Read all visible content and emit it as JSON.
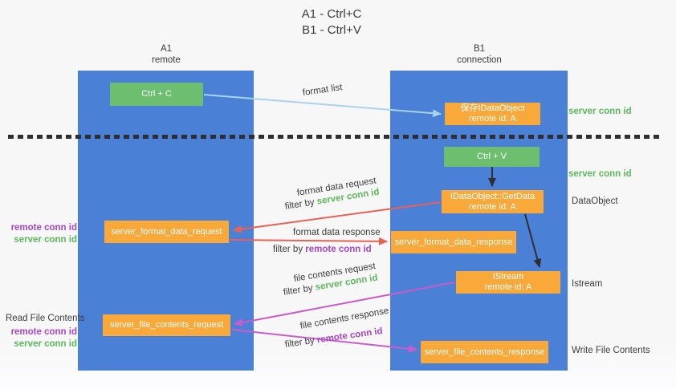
{
  "title": {
    "line1": "A1 - Ctrl+C",
    "line2": "B1 - Ctrl+V"
  },
  "lanes": {
    "a1": {
      "name": "A1",
      "subtitle": "remote"
    },
    "b1": {
      "name": "B1",
      "subtitle": "connection"
    }
  },
  "nodes": {
    "ctrl_c": {
      "label": "Ctrl + C"
    },
    "save_idataobject": {
      "line1": "保存IDataObject",
      "line2": "remote id: A"
    },
    "ctrl_v": {
      "label": "Ctrl + V"
    },
    "getdata": {
      "line1": "IDataObject::GetData",
      "line2": "remote id: A"
    },
    "format_request": {
      "label": "server_format_data_request"
    },
    "format_response": {
      "label": "server_format_data_response"
    },
    "istream": {
      "line1": "IStream",
      "line2": "remote id: A"
    },
    "file_request": {
      "label": "server_file_contents_request"
    },
    "file_response": {
      "label": "server_file_contents_response"
    }
  },
  "edge_labels": {
    "format_list": "format list",
    "format_data_request": "format data request",
    "format_data_response": "format data response",
    "file_contents_request": "file contents request",
    "file_contents_response": "file contents response",
    "filter_by": "filter by"
  },
  "ids": {
    "server_conn_id": "server conn id",
    "remote_conn_id": "remote conn id"
  },
  "side_labels": {
    "read_file_contents": "Read File Contents",
    "write_file_contents": "Write File Contents",
    "dataobject": "DataObject",
    "istream": "Istream"
  },
  "colors": {
    "lane_blue": "#4a80d6",
    "node_orange": "#f9a83a",
    "node_green": "#6dbe6f",
    "arrow_red": "#ea6056",
    "arrow_magenta": "#ca5cc9",
    "arrow_light_blue": "#a9d3ef",
    "arrow_black": "#2e2e2e",
    "id_green": "#5cb85c",
    "id_purple": "#a746c6"
  }
}
